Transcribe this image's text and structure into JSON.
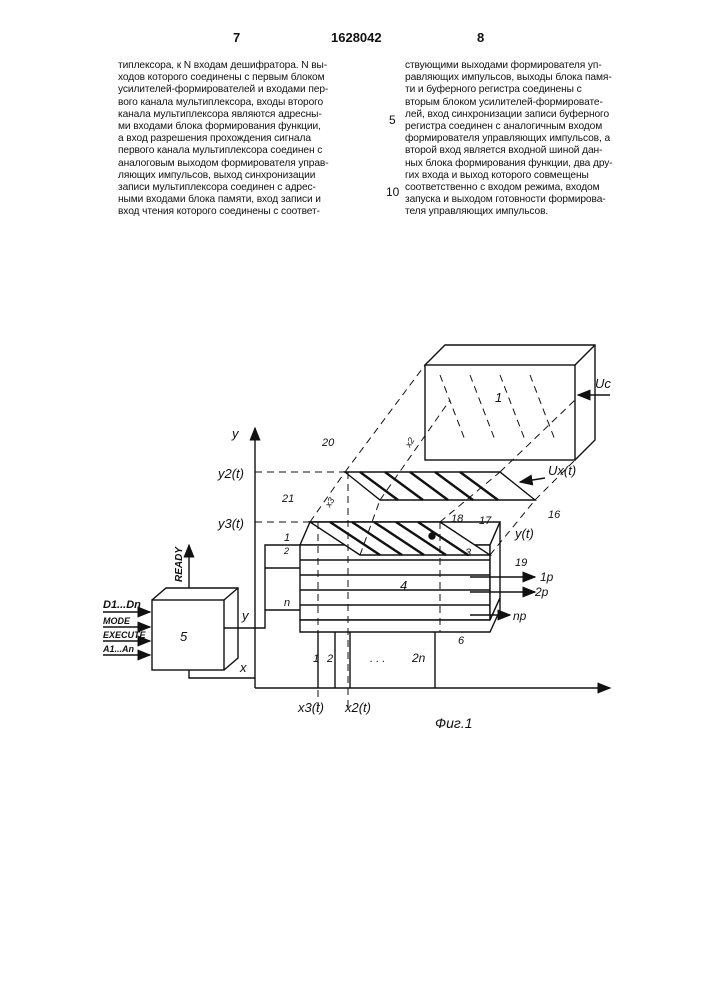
{
  "header": {
    "page_left": "7",
    "patent_number": "1628042",
    "page_right": "8"
  },
  "text": {
    "left_column": [
      "типлексора, к N входам дешифратора. N вы-",
      "ходов которого соединены с первым блоком",
      "усилителей-формирователей и входами пер-",
      "вого канала мультиплексора, входы второго",
      "канала мультиплексора являются адресны-",
      "ми входами блока формирования функции,",
      "а вход разрешения прохождения сигнала",
      "первого канала мультиплексора соединен с",
      "аналоговым выходом формирователя управ-",
      "ляющих импульсов, выход синхронизации",
      "записи мультиплексора соединен с адрес-",
      "ными входами блока памяти, вход записи и",
      "вход чтения которого соединены с соответ-"
    ],
    "right_column": [
      "ствующими выходами формирователя уп-",
      "равляющих импульсов, выходы блока памя-",
      "ти и буферного регистра соединены с",
      "вторым блоком усилителей-формировате-",
      "лей, вход синхронизации записи буферного",
      "регистра соединен с аналогичным входом",
      "формирователя управляющих импульсов, а",
      "второй вход является входной шиной дан-",
      "ных блока формирования функции, два дру-",
      "гих входа и выход которого совмещены",
      "соответственно с входом режима, входом",
      "запуска и выходом готовности формирова-",
      "теля управляющих импульсов."
    ],
    "line_number_5": "5",
    "line_number_10": "10"
  },
  "figure": {
    "caption": "Фиг.1",
    "labels": {
      "y_axis": "y",
      "y2": "y2(t)",
      "y3": "y3(t)",
      "x_axis": "x",
      "x3": "x3(t)",
      "x2": "x2(t)",
      "ready": "READY",
      "d_inputs": "D1...Dn",
      "mode": "MODE",
      "execute": "EXECUTE",
      "a_inputs": "A1...An",
      "block5": "5",
      "y_out": "y",
      "uc": "Uc",
      "ux": "Ux(t)",
      "yt": "y(t)",
      "n1": "1",
      "n3": "3",
      "n4": "4",
      "n6": "6",
      "n16": "16",
      "n17": "17",
      "n18": "18",
      "n19": "19",
      "n20": "20",
      "n21": "21",
      "x_label_2": "x2",
      "x_label_3": "x3",
      "p1": "1p",
      "p2": "2p",
      "pn": "np",
      "row1": "1",
      "row2": "2",
      "rown": "n",
      "col1": "1",
      "col2": "2",
      "col_dots": ". . .",
      "col_n": "2n"
    }
  }
}
